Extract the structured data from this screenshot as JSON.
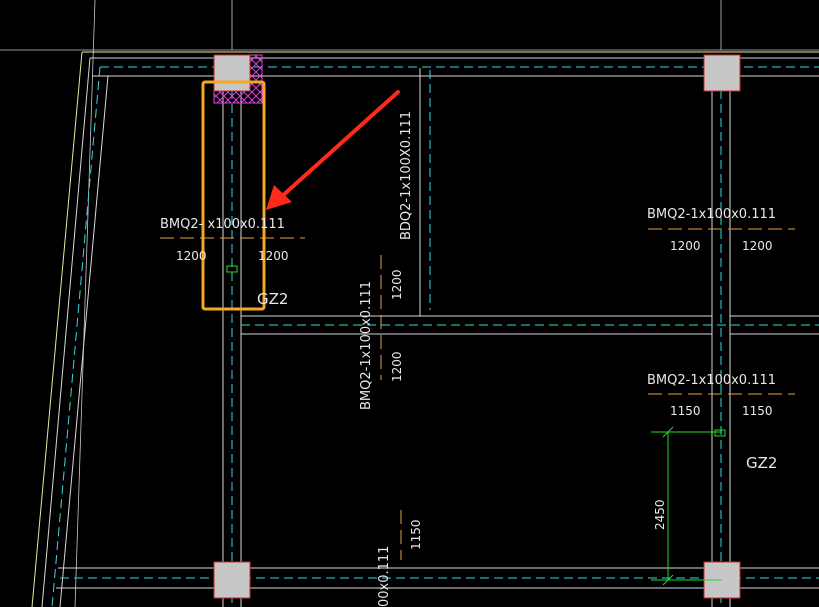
{
  "drawing": {
    "colors": {
      "background": "#000000",
      "wall_outline": "#d8d8d8",
      "wall_centerline": "#33d9e6",
      "axis_line": "#c8c8c8",
      "column_fill": "#c7c7c7",
      "column_border": "#cc2a2a",
      "hatch": "#e040e0",
      "outer_boundary": "#e8e8a0",
      "dimension_tick": "#e8a040",
      "dimension_line": "#22dd22",
      "highlight_box": "#f5a623",
      "arrow": "#ff2a1a"
    },
    "beam_labels": [
      {
        "id": "bmq-left",
        "text": "BMQ2- x100x0.111"
      },
      {
        "id": "bdq-vertical",
        "text": "BDQ2-1x100X0.111"
      },
      {
        "id": "bmq-right-top",
        "text": "BMQ2-1x100x0.111"
      },
      {
        "id": "bmq-vertical-mid",
        "text": "BMQ2-1x100x0.111"
      },
      {
        "id": "bmq-right-mid",
        "text": "BMQ2-1x100x0.111"
      },
      {
        "id": "bottom-partial",
        "text": "00x0.111"
      }
    ],
    "span_dims": [
      {
        "id": "left-a",
        "text": "1200"
      },
      {
        "id": "left-b",
        "text": "1200"
      },
      {
        "id": "right-top-a",
        "text": "1200"
      },
      {
        "id": "right-top-b",
        "text": "1200"
      },
      {
        "id": "vert-a",
        "text": "1200"
      },
      {
        "id": "vert-b",
        "text": "1200"
      },
      {
        "id": "right-mid-a",
        "text": "1150"
      },
      {
        "id": "right-mid-b",
        "text": "1150"
      },
      {
        "id": "bottom-vert",
        "text": "1150"
      }
    ],
    "column_tags": [
      {
        "id": "gz-left",
        "text": "GZ2"
      },
      {
        "id": "gz-right",
        "text": "GZ2"
      }
    ],
    "dimension_value": "2450"
  }
}
